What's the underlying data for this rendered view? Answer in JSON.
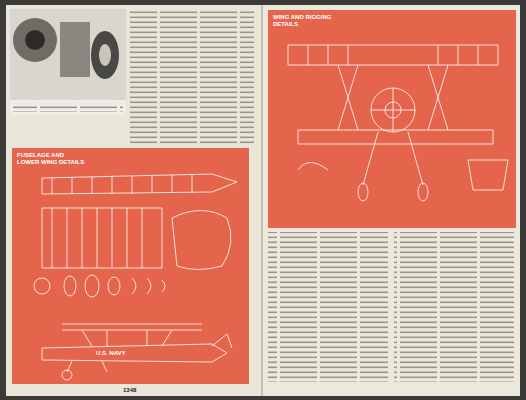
{
  "diagram": {
    "nodes": [
      {
        "text": [
          "FUSELAGE AND LOWER WING DETAILS"
        ]
      },
      {
        "text": [
          "WING AND RIGGING DETAILS"
        ]
      }
    ],
    "labels": [
      "U.S. NAVY",
      "1348"
    ]
  }
}
